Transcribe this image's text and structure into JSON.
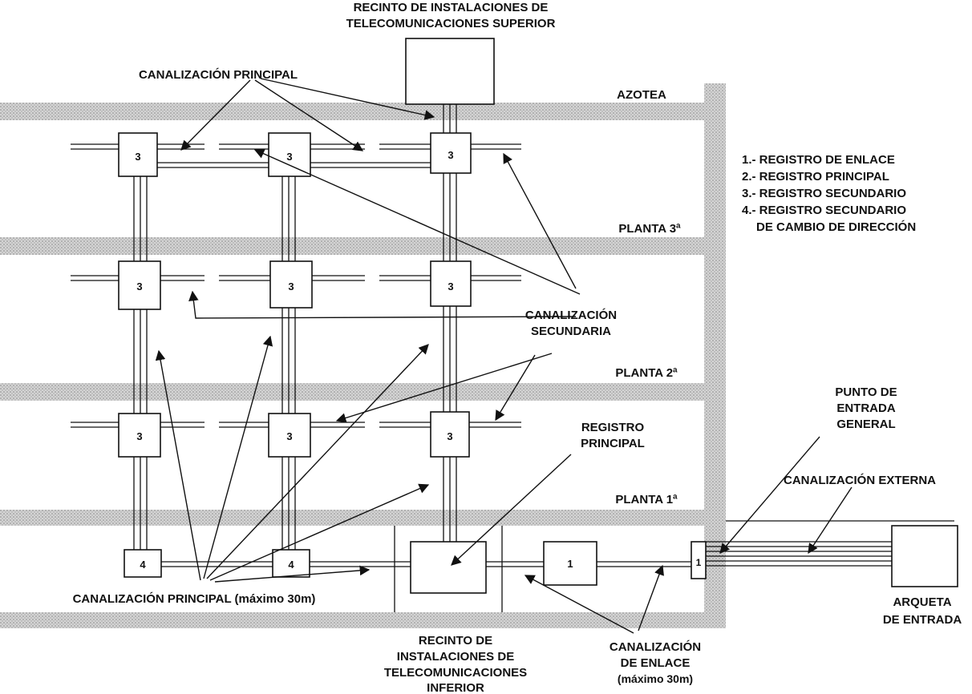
{
  "titles": {
    "top_room_line1": "RECINTO DE INSTALACIONES DE",
    "top_room_line2": "TELECOMUNICACIONES SUPERIOR",
    "bottom_room_line1": "RECINTO DE",
    "bottom_room_line2": "INSTALACIONES DE",
    "bottom_room_line3": "TELECOMUNICACIONES",
    "bottom_room_line4": "INFERIOR"
  },
  "floors": {
    "roof": "AZOTEA",
    "floor3": "PLANTA 3ª",
    "floor2": "PLANTA 2ª",
    "floor1": "PLANTA 1ª"
  },
  "labels": {
    "main_duct_top": "CANALIZACIÓN PRINCIPAL",
    "secondary_duct_line1": "CANALIZACIÓN",
    "secondary_duct_line2": "SECUNDARIA",
    "main_register_line1": "REGISTRO",
    "main_register_line2": "PRINCIPAL",
    "entry_point_line1": "PUNTO DE",
    "entry_point_line2": "ENTRADA",
    "entry_point_line3": "GENERAL",
    "external_duct": "CANALIZACIÓN EXTERNA",
    "main_duct_bottom": "CANALIZACIÓN PRINCIPAL (máximo 30m)",
    "link_duct_line1": "CANALIZACIÓN",
    "link_duct_line2": "DE ENLACE",
    "link_duct_line3": "(máximo 30m)",
    "arqueta_line1": "ARQUETA",
    "arqueta_line2": "DE ENTRADA"
  },
  "legend": [
    "1.- REGISTRO DE ENLACE",
    "2.- REGISTRO PRINCIPAL",
    "3.- REGISTRO SECUNDARIO",
    "4.- REGISTRO SECUNDARIO",
    "DE CAMBIO DE DIRECCIÓN"
  ],
  "box_numbers": {
    "secondary": "3",
    "direction_change": "4",
    "link": "1"
  }
}
